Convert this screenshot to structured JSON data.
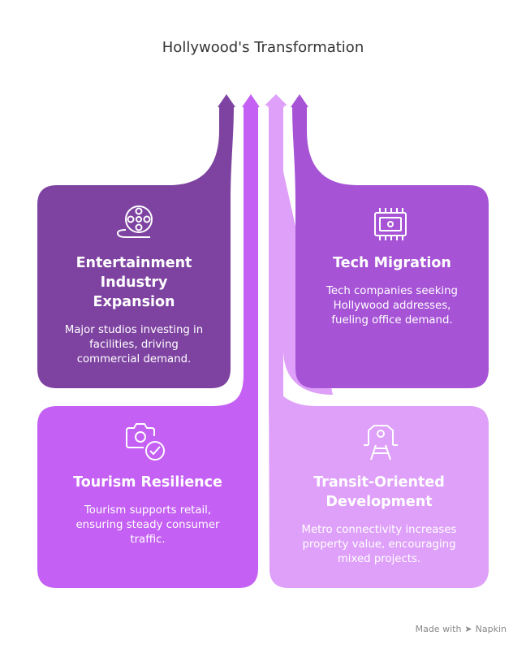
{
  "title": "Hollywood's Transformation",
  "colors": {
    "entertainment": "#7e43a1",
    "tech": "#a653d6",
    "tourism": "#c460f3",
    "transit": "#dea0f9"
  },
  "cards": {
    "entertainment": {
      "title_lines": [
        "Entertainment",
        "Industry",
        "Expansion"
      ],
      "desc_lines": [
        "Major studios investing in",
        "facilities, driving",
        "commercial demand."
      ],
      "icon": "film-reel-icon"
    },
    "tech": {
      "title_lines": [
        "Tech Migration"
      ],
      "desc_lines": [
        "Tech companies seeking",
        "Hollywood addresses,",
        "fueling office demand."
      ],
      "icon": "microchip-icon"
    },
    "tourism": {
      "title_lines": [
        "Tourism Resilience"
      ],
      "desc_lines": [
        "Tourism supports retail,",
        "ensuring steady consumer",
        "traffic."
      ],
      "icon": "camera-check-icon"
    },
    "transit": {
      "title_lines": [
        "Transit-Oriented",
        "Development"
      ],
      "desc_lines": [
        "Metro connectivity increases",
        "property value, encouraging",
        "mixed projects."
      ],
      "icon": "train-station-icon"
    }
  },
  "footer": {
    "made_with": "Made with",
    "brand": "Napkin"
  }
}
